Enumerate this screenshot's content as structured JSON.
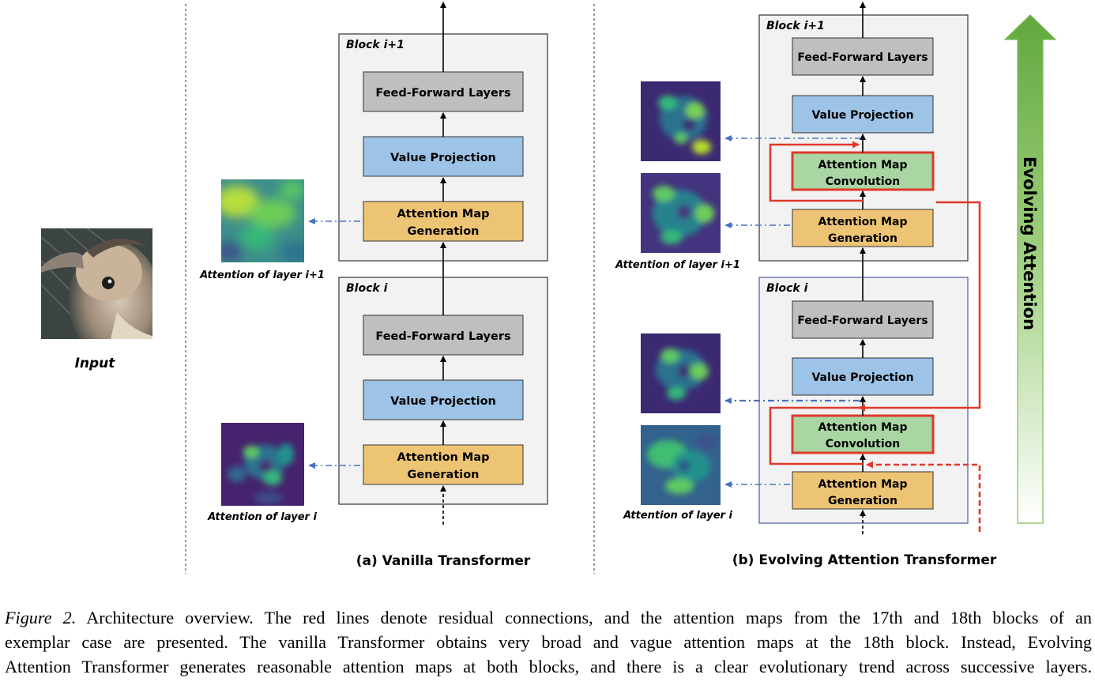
{
  "input_label": "Input",
  "vanilla": {
    "caption": "(a) Vanilla Transformer",
    "block_top_label": "Block i+1",
    "block_bottom_label": "Block i",
    "ff_label": "Feed-Forward Layers",
    "vp_label": "Value Projection",
    "amg_line1": "Attention Map",
    "amg_line2": "Generation",
    "attn_top_label": "Attention of layer i+1",
    "attn_bottom_label": "Attention of layer i"
  },
  "evolving": {
    "caption": "(b) Evolving Attention Transformer",
    "block_top_label": "Block i+1",
    "block_bottom_label": "Block i",
    "ff_label": "Feed-Forward Layers",
    "vp_label": "Value Projection",
    "amc_line1": "Attention Map",
    "amc_line2": "Convolution",
    "amg_line1": "Attention Map",
    "amg_line2": "Generation",
    "attn_top_label": "Attention of layer i+1",
    "attn_bottom_label": "Attention of layer i",
    "arrow_label": "Evolving Attention"
  },
  "figure_caption": {
    "prefix": "Figure 2.",
    "line1": " Architecture overview. The red lines denote residual connections, and the attention maps from the 17th and 18th blocks of an",
    "line2": "exemplar case are presented. The vanilla Transformer obtains very broad and vague attention maps at the 18th block. Instead, Evolving",
    "line3": "Attention Transformer generates reasonable attention maps at both blocks, and there is a clear evolutionary trend across successive layers."
  },
  "colors": {
    "feed_forward": "#bfbfbf",
    "value_projection": "#9dc3e6",
    "attn_generation": "#edc474",
    "attn_convolution": "#a9d6a3",
    "residual_red": "#e0392b",
    "dash_blue": "#4472c4",
    "block_fill": "#f2f2f2",
    "arrow_green": "#6aaa46"
  }
}
